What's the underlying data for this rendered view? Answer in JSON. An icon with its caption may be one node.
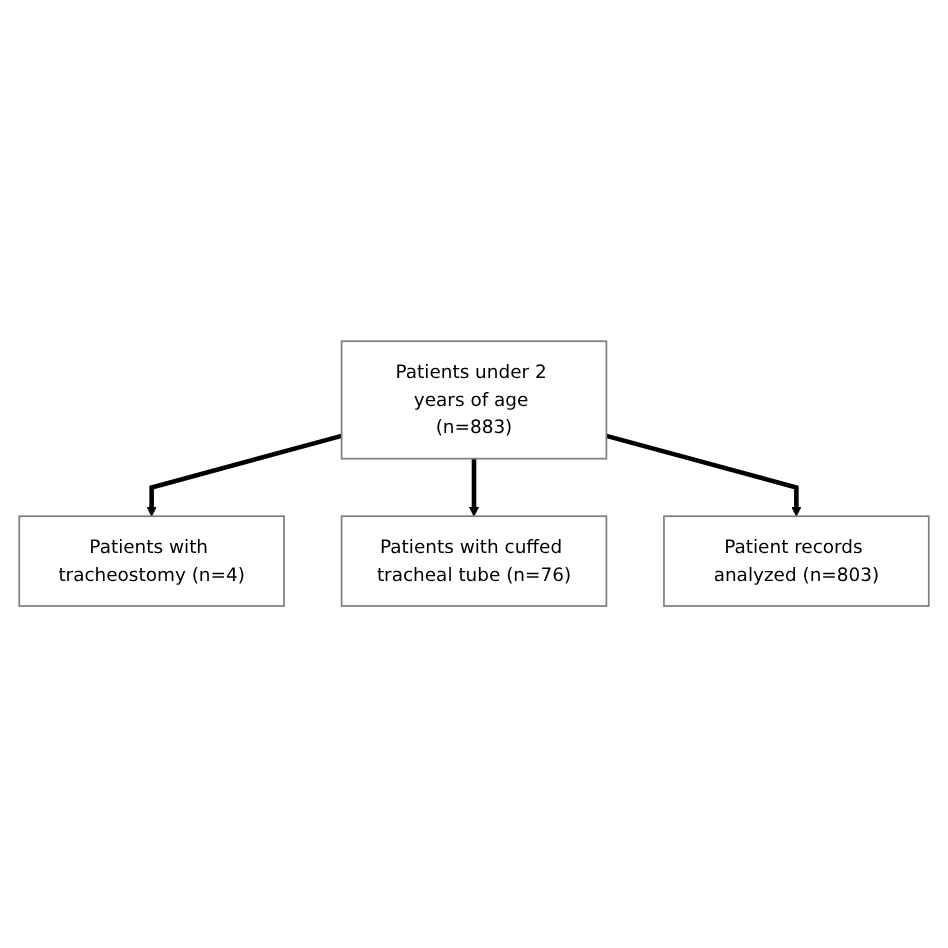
{
  "diagram": {
    "nodes": [
      {
        "text": [
          "Patients under 2 years of age (n=883)"
        ]
      },
      {
        "text": [
          "Patients with tracheostomy (n=4)"
        ]
      },
      {
        "text": [
          "Patients with cuffed tracheal tube (n=76)"
        ]
      },
      {
        "text": [
          "Patient records analyzed (n=803)"
        ]
      }
    ],
    "edges": [
      {
        "from": 0,
        "to": 1,
        "arrow": "to"
      },
      {
        "from": 0,
        "to": 2,
        "arrow": "to"
      },
      {
        "from": 0,
        "to": 3,
        "arrow": "to"
      }
    ]
  }
}
